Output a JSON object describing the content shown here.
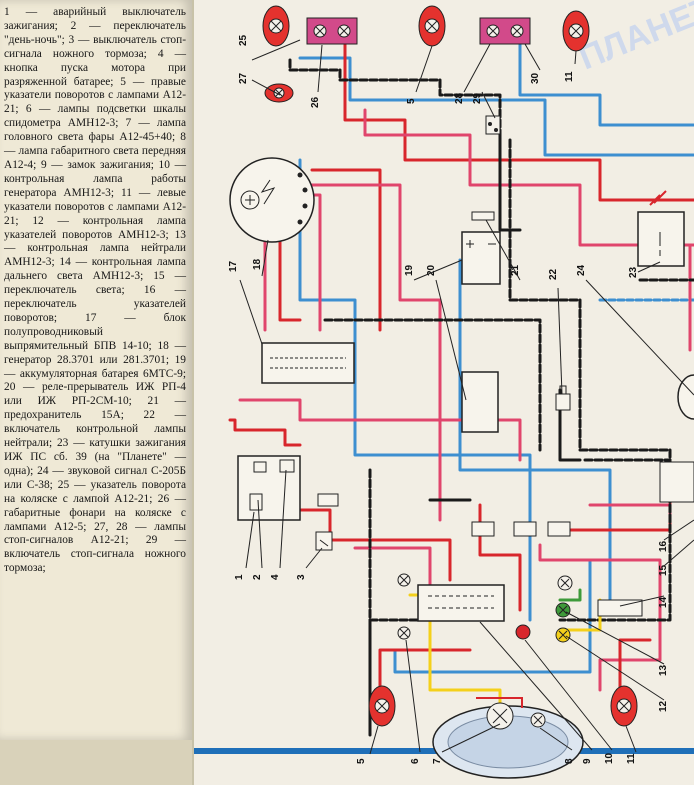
{
  "legend": {
    "text": "1 — аварийный выключатель зажигания; 2 — переключатель \"день-ночь\"; 3 — выключатель стоп-сигнала ножного тормоза; 4 — кнопка пуска мотора при разряженной батарее; 5 — правые указатели поворотов с лампами А12-21; 6 — лампы подсветки шкалы спидометра АМН12-3; 7 — лампа головного света фары А12-45+40; 8 — лампа габаритного света передняя А12-4; 9 — замок зажигания; 10 — контрольная лампа работы генератора АМН12-3; 11 — левые указатели поворотов с лампами А12-21; 12 — контрольная лампа указателей поворотов АМН12-3; 13 — контрольная лампа нейтрали АМН12-3; 14 — контрольная лампа дальнего света АМН12-3; 15 — переключатель света; 16 — переключатель указателей поворотов; 17 — блок полупроводниковый выпрямительный БПВ 14-10; 18 — генератор 28.3701 или 281.3701; 19 — аккумуляторная батарея 6МТС-9; 20 — реле-прерыватель ИЖ РП-4 или ИЖ РП-2СМ-10; 21 — предохранитель 15А; 22 — включатель контрольной лампы нейтрали; 23 — катушки зажигания ИЖ ПС сб. 39 (на \"Планете\" — одна); 24 — звуковой сигнал С-205Б или С-38; 25 — указатель поворота на коляске с лампой А12-21; 26 — габаритные фонари на коляске с лампами А12-5; 27, 28 — лампы стоп-сигналов А12-21; 29 — включатель стоп-сигнала ножного тормоза;"
  },
  "diagram": {
    "labels": [
      "25",
      "27",
      "26",
      "5",
      "28",
      "29",
      "30",
      "11",
      "17",
      "18",
      "19",
      "20",
      "21",
      "22",
      "24",
      "23",
      "1",
      "2",
      "4",
      "3",
      "16",
      "15",
      "14",
      "13",
      "12",
      "5",
      "6",
      "7",
      "8",
      "9",
      "10",
      "11"
    ],
    "top_text": "ПЛАНЕТА"
  },
  "colors": {
    "page": "#f2eee4",
    "red": "#d8262c",
    "pink": "#e0456c",
    "blue": "#3d8fd0",
    "black": "#1a1a1a",
    "yellow": "#f4d01a",
    "green": "#3e9a3a",
    "lamp_fill": "#e4322e",
    "bottom_band": "#1f6fb8"
  }
}
